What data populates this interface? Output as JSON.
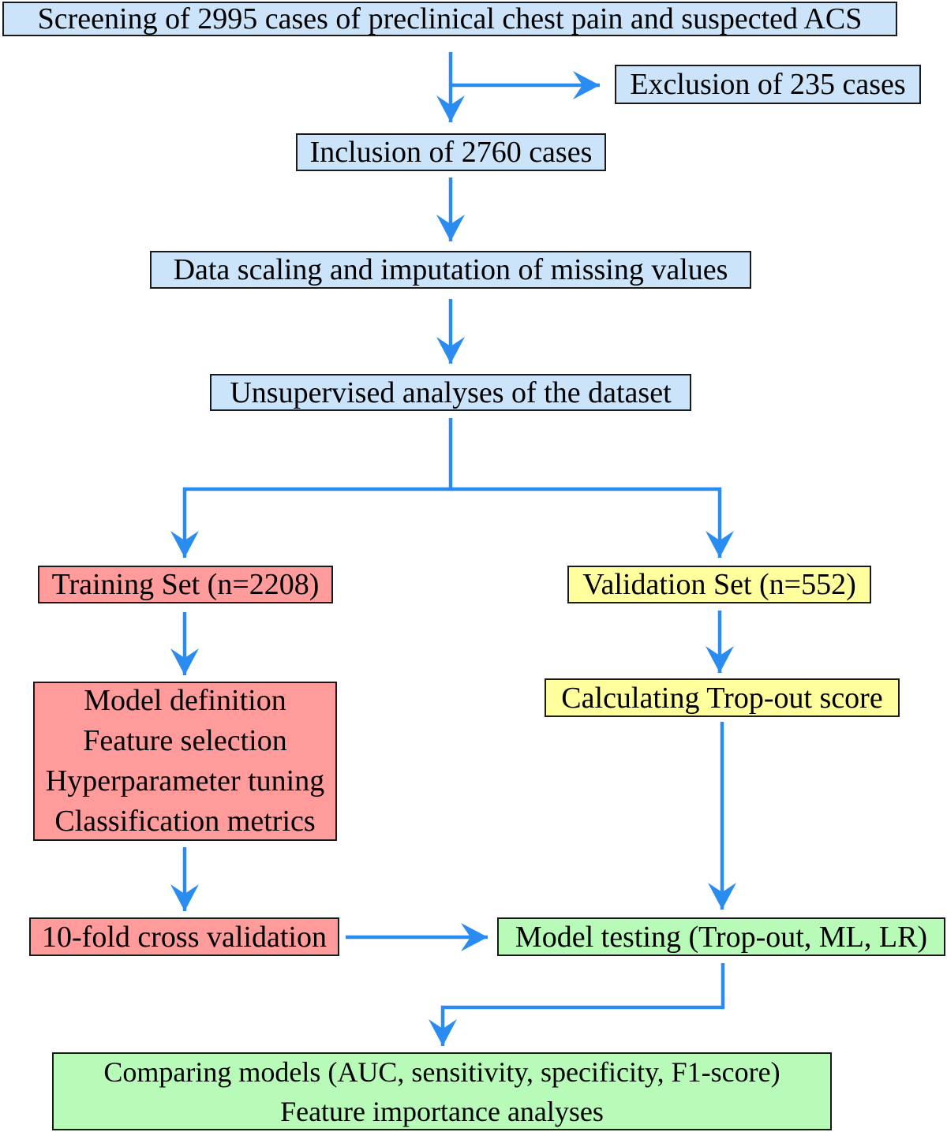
{
  "boxes": {
    "screening": "Screening of 2995 cases of preclinical chest pain and suspected ACS",
    "exclusion": "Exclusion of 235 cases",
    "inclusion": "Inclusion of 2760 cases",
    "scaling": "Data scaling and imputation of missing values",
    "unsupervised": "Unsupervised analyses of the dataset",
    "training_set": "Training Set (n=2208)",
    "validation_set": "Validation Set (n=552)",
    "model_steps": [
      "Model definition",
      "Feature selection",
      "Hyperparameter tuning",
      "Classification metrics"
    ],
    "trop_out": "Calculating Trop-out score",
    "cross_validation": "10-fold cross validation",
    "model_testing": "Model testing (Trop-out, ML, LR)",
    "comparing": [
      "Comparing models (AUC, sensitivity, specificity, F1-score)",
      "Feature importance analyses"
    ]
  },
  "colors": {
    "arrow": "#2a8cf0",
    "blue_fill": "#cce4fa",
    "red_fill": "#ff9b9b",
    "yellow_fill": "#ffff9e",
    "green_fill": "#b8fbb8",
    "border": "#1a1a1a"
  }
}
